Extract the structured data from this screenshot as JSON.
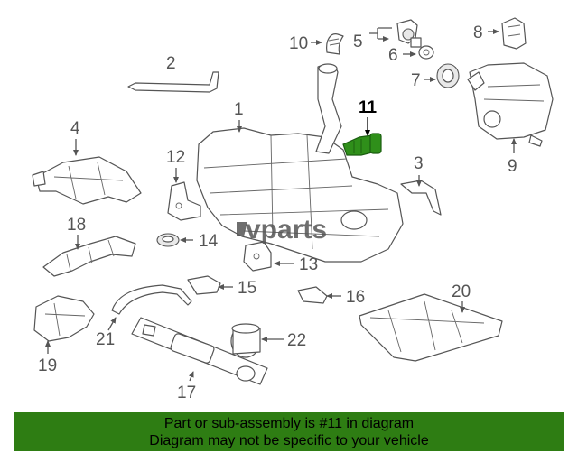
{
  "diagram": {
    "highlighted_part": "11",
    "watermark": "vparts",
    "callouts": [
      "1",
      "2",
      "3",
      "4",
      "5",
      "6",
      "7",
      "8",
      "9",
      "10",
      "11",
      "12",
      "13",
      "14",
      "15",
      "16",
      "17",
      "18",
      "19",
      "20",
      "21",
      "22"
    ]
  },
  "banner": {
    "line1": "Part or sub-assembly is #11 in diagram",
    "line2": "Diagram may not be specific to your vehicle",
    "background": "#2e7d13"
  },
  "colors": {
    "highlight_part": "#2f8f1a",
    "line_art": "#555555"
  }
}
